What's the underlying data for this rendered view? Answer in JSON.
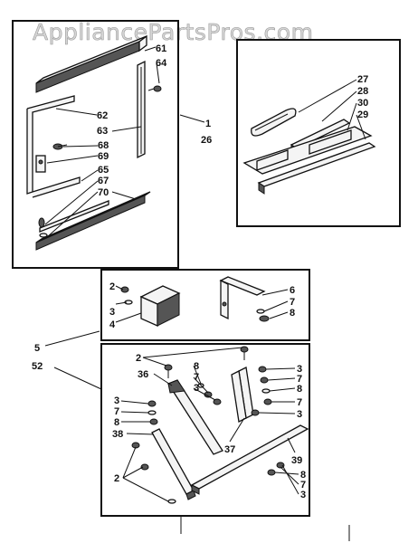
{
  "watermark": "AppliancePartsPros.com",
  "callouts": {
    "c61": "61",
    "c64": "64",
    "c62": "62",
    "c63": "63",
    "c68": "68",
    "c69": "69",
    "c65": "65",
    "c67": "67",
    "c70": "70",
    "c1": "1",
    "c26": "26",
    "c27": "27",
    "c28": "28",
    "c30": "30",
    "c29": "29",
    "c2a": "2",
    "c3a": "3",
    "c4": "4",
    "c6": "6",
    "c7a": "7",
    "c8a": "8",
    "c5": "5",
    "c52": "52",
    "c2b": "2",
    "c8b": "8",
    "c7b": "7",
    "c3b": "3",
    "c36": "36",
    "c3c": "3",
    "c7c": "7",
    "c8c": "8",
    "c38": "38",
    "c3d": "3",
    "c7d": "7",
    "c8d": "8",
    "c7e": "7",
    "c3e": "3",
    "c37": "37",
    "c39": "39",
    "c2c": "2",
    "c8e": "8",
    "c7f": "7",
    "c3f": "3"
  }
}
